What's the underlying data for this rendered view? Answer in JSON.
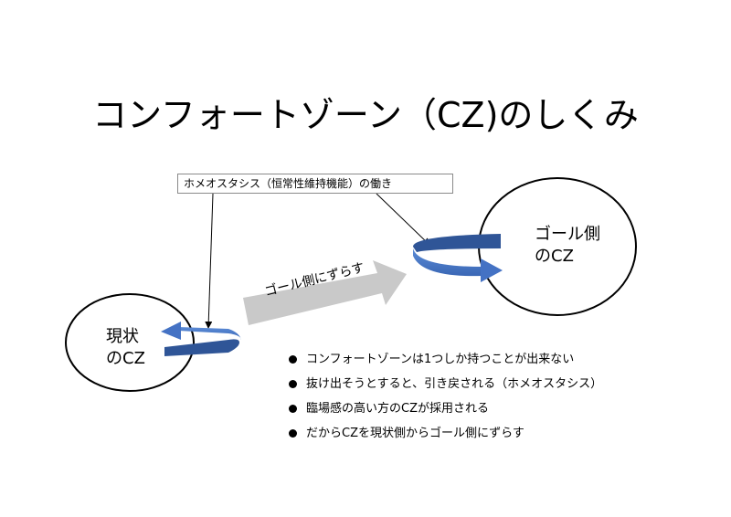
{
  "title": "コンフォートゾーン（CZ)のしくみ",
  "callout": {
    "text": "ホメオスタシス（恒常性維持機能）の働き"
  },
  "circles": {
    "current": {
      "line1": "現状",
      "line2": "のCZ"
    },
    "goal": {
      "line1": "ゴール側",
      "line2": "のCZ"
    }
  },
  "shift_arrow": {
    "label": "ゴール側にずらす"
  },
  "bullets": [
    "コンフォートゾーンは1つしか持つことが出来ない",
    "抜け出そうとすると、引き戻される（ホメオスタシス）",
    "臨場感の高い方のCZが採用される",
    "だからCZを現状側からゴール側にずらす"
  ],
  "colors": {
    "arrow_blue": "#4472C4",
    "arrow_blue_dark": "#2F5597",
    "shift_arrow_gray": "#C9C9C9",
    "callout_border": "#8A8A8A"
  },
  "icons": {
    "curved_arrow_current": "curved-arrow-left-icon",
    "curved_arrow_goal": "curved-arrow-right-icon",
    "shift_arrow": "block-arrow-right-icon",
    "bullet": "bullet-dot-icon"
  }
}
